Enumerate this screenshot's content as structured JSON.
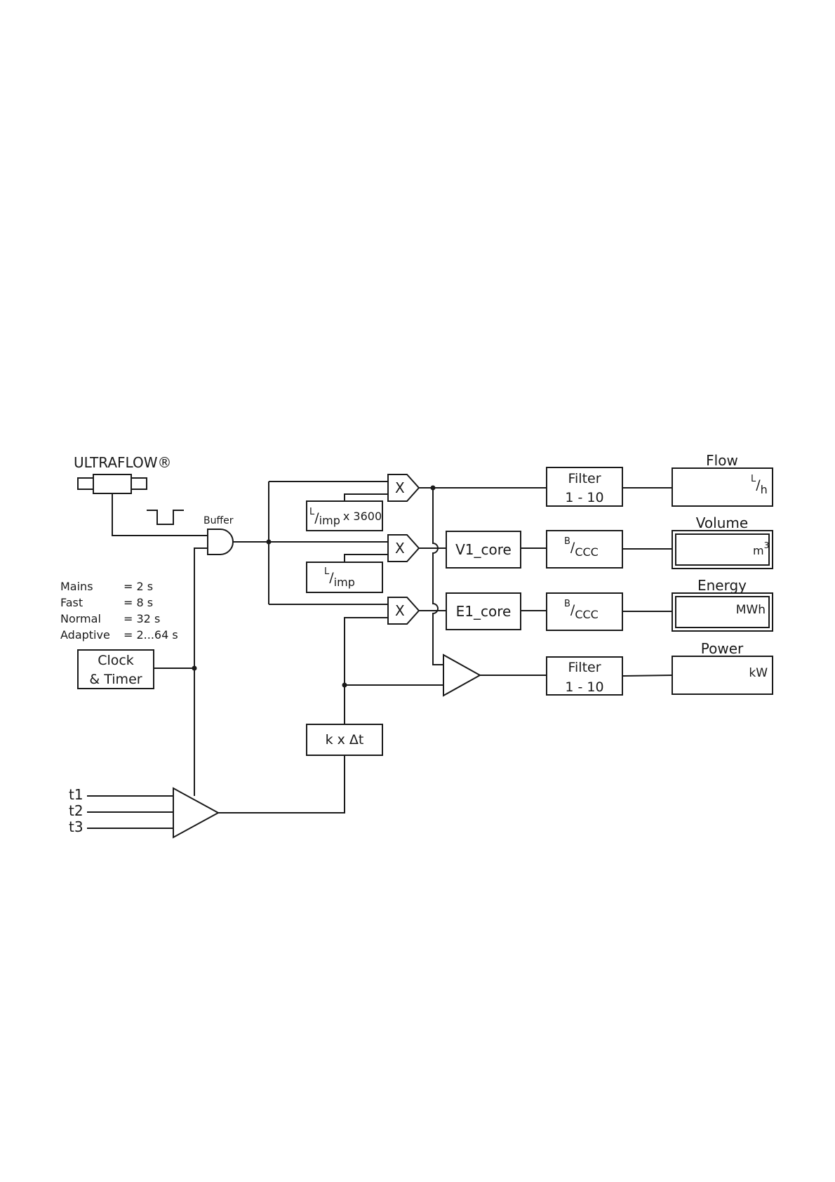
{
  "colors": {
    "line": "#1a1a1a",
    "background": "#ffffff"
  },
  "sensor": {
    "label": "ULTRAFLOW®"
  },
  "buffer": {
    "label": "Buffer"
  },
  "gates": {
    "mult1": "X",
    "mult2": "X",
    "mult3": "X"
  },
  "constants": {
    "litre_per_imp_x3600": {
      "num": "L",
      "den": "imp",
      "suffix": "x 3600"
    },
    "litre_per_imp": {
      "num": "L",
      "den": "imp"
    }
  },
  "timing": {
    "rows": [
      {
        "mode": "Mains",
        "value": "= 2 s"
      },
      {
        "mode": "Fast",
        "value": "= 8 s"
      },
      {
        "mode": "Normal",
        "value": "= 32 s"
      },
      {
        "mode": "Adaptive",
        "value": "= 2...64 s"
      }
    ]
  },
  "clock": {
    "line1": "Clock",
    "line2": "& Timer"
  },
  "temp_inputs": [
    "t1",
    "t2",
    "t3"
  ],
  "k_delta_t": "k x Δt",
  "cores": {
    "v1": "V1_core",
    "e1": "E1_core"
  },
  "filter_top": {
    "line1": "Filter",
    "line2": "1 - 10"
  },
  "filter_bottom": {
    "line1": "Filter",
    "line2": "1 - 10"
  },
  "ccc_volume": {
    "num": "B",
    "den": "CCC"
  },
  "ccc_energy": {
    "num": "B",
    "den": "CCC"
  },
  "outputs": {
    "flow": {
      "title": "Flow",
      "unit_num": "L",
      "unit_den": "h"
    },
    "volume": {
      "title": "Volume",
      "unit": "m",
      "unit_sup": "3"
    },
    "energy": {
      "title": "Energy",
      "unit": "MWh"
    },
    "power": {
      "title": "Power",
      "unit": "kW"
    }
  }
}
